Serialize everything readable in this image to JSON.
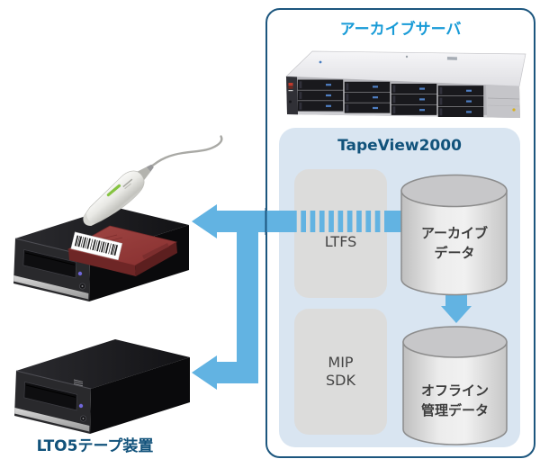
{
  "title": {
    "archive_server": "アーカイブサーバ"
  },
  "panel": {
    "title": "TapeView2000"
  },
  "modules": {
    "ltfs": "LTFS",
    "mip_line1": "MIP",
    "mip_line2": "SDK"
  },
  "datastores": {
    "archive": {
      "line1": "アーカイブ",
      "line2": "データ"
    },
    "offline": {
      "line1": "オフライン",
      "line2": "管理データ"
    }
  },
  "labels": {
    "tape_device": "LTO5テープ装置"
  },
  "colors": {
    "accent_blue": "#189BD7",
    "navy": "#11527B",
    "panel_blue": "#D9E5F1",
    "arrow_blue": "#62B3E2",
    "module_gray": "#DCDCDB",
    "cylinder_gray": "#D9D9D9",
    "cartridge_red": "#993B38",
    "scanner_green": "#85C341"
  }
}
